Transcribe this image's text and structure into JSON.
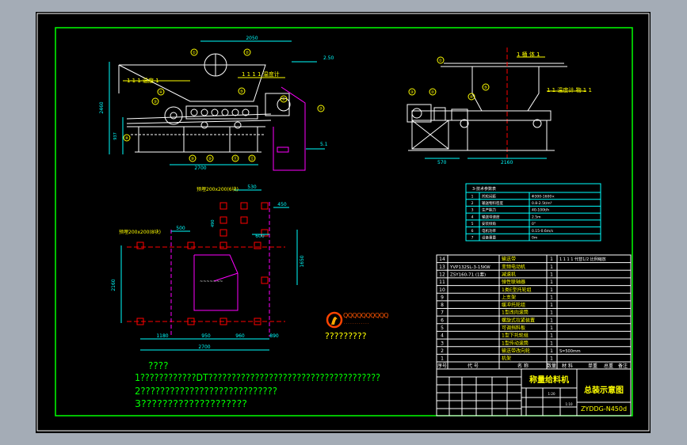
{
  "colors": {
    "workspace": "#a4acb6",
    "sheet": "#000000",
    "frame": "#ffffff",
    "border": "#00ff00",
    "part_lines": "#ffffff",
    "dimensions": "#00ffff",
    "frame_lines": "#ff00ff",
    "labels": "#ffff00",
    "centerlines": "#ff0000",
    "logo": "#ff4400",
    "table_lines": "#ffffff",
    "title_text": "#ffff00"
  },
  "front_view": {
    "dims": {
      "top_width": "2050",
      "height_total": "2460",
      "height_lower": "937",
      "bottom_width": "2700",
      "level_top": "2.50",
      "level_bottom": "5.1"
    },
    "callouts": [
      "①",
      "②",
      "③",
      "④",
      "⑤",
      "⑥",
      "⑦",
      "⑧",
      "⑨",
      "⑩",
      "⑪",
      "⑫"
    ],
    "notes": [
      "1 1 1 温度 1",
      "1 1 1 1 温度计"
    ]
  },
  "side_view": {
    "dims": {
      "left": "570",
      "bottom": "2160"
    },
    "notes": [
      "1 桶 体 1",
      "1 1 温度计 物 1 1"
    ],
    "callouts": [
      "①",
      "②",
      "③",
      "④",
      "⑤"
    ]
  },
  "plan_view": {
    "dims": {
      "d530": "530",
      "d450": "450",
      "d600": "600",
      "d1650": "1650",
      "d2160": "2160",
      "d500": "500",
      "d490": "490",
      "d1180": "1180",
      "d950": "950",
      "d960": "960",
      "d890": "890",
      "d2700": "2700"
    },
    "notes": [
      "预埋200x200(6块)",
      "预埋200x200(8块)"
    ]
  },
  "logo": {
    "text": "?????????",
    "banner": "QQQQQQQQQQ"
  },
  "notes": {
    "title": "????",
    "lines": [
      "1????????????DT?????????????????????????????????????",
      "2????????????????????????????",
      "3????????????????????"
    ]
  },
  "spec_table": {
    "title": "3-技术参数表",
    "rows": [
      [
        "1",
        "托轮间距",
        "Φ300-1600×"
      ],
      [
        "2",
        "输送物料密度",
        "0.8-2.5t/m³"
      ],
      [
        "3",
        "生产能力",
        "40-100t/h"
      ],
      [
        "4",
        "输送带速度",
        "2.5m"
      ],
      [
        "5",
        "安装倾角",
        "0°"
      ],
      [
        "6",
        "电机功率",
        "0.15-0.6m/s"
      ],
      [
        "7",
        "设备重量",
        "0m"
      ]
    ]
  },
  "bom": {
    "rows": [
      [
        "14",
        "",
        "输送带",
        "1",
        "1 1 1 1 代替1/2 比例缩放"
      ],
      [
        "13",
        "YVP132SL-3-15KW",
        "变频电动机",
        "1",
        ""
      ],
      [
        "12",
        "ZSY160-71 (1套)",
        "减速机",
        "1",
        ""
      ],
      [
        "11",
        "",
        "弹性联轴器",
        "1",
        ""
      ],
      [
        "10",
        "",
        "1类E型托轮组",
        "1",
        ""
      ],
      [
        "9",
        "",
        "上支架",
        "1",
        ""
      ],
      [
        "8",
        "",
        "缓冲托轮组",
        "1",
        ""
      ],
      [
        "7",
        "",
        "1型改向滚筒",
        "1",
        ""
      ],
      [
        "6",
        "",
        "螺旋式拉紧装置",
        "1",
        ""
      ],
      [
        "5",
        "",
        "可调挡料板",
        "1",
        ""
      ],
      [
        "4",
        "",
        "1型下托轮组",
        "1",
        ""
      ],
      [
        "3",
        "",
        "1型传动滚筒",
        "1",
        ""
      ],
      [
        "2",
        "",
        "输送带改向轮",
        "1",
        "S=500mm"
      ],
      [
        "1",
        "",
        "机架",
        "1",
        ""
      ]
    ],
    "header": [
      "序号",
      "代  号",
      "名  称",
      "数量",
      "材  料",
      "单重",
      "总重",
      "备注"
    ]
  },
  "title_block": {
    "name": "称量给料机",
    "drawing": "总装示意图",
    "code": "ZYDDG-N450d",
    "scale": "1:10",
    "sheet": "1:20"
  }
}
